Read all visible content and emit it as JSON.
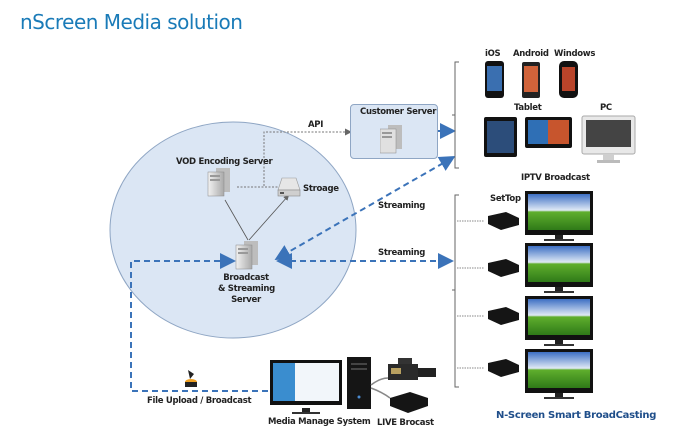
{
  "title": "nScreen Media solution",
  "core": {
    "vod_encoding_server": "VOD Encoding Server",
    "storage": "Stroage",
    "broadcast_server_line1": "Broadcast",
    "broadcast_server_line2": "& Streaming",
    "broadcast_server_line3": "Server"
  },
  "customer_server": "Customer Server",
  "links": {
    "api": "API",
    "streaming_upper": "Streaming",
    "streaming_lower": "Streaming",
    "file_upload": "File Upload /  Broadcast"
  },
  "devices": {
    "ios": "iOS",
    "android": "Android",
    "windows": "Windows",
    "tablet": "Tablet",
    "pc": "PC",
    "iptv_broadcast": "IPTV  Broadcast",
    "settop": "SetTop"
  },
  "sources": {
    "media_manage_system": "Media Manage System",
    "live_broadcast": "LIVE Brocast"
  },
  "caption": "N-Screen Smart BroadCasting",
  "colors": {
    "title": "#1a7bb8",
    "circle_fill": "#dbe6f4",
    "circle_stroke": "#8fa6c4",
    "dashed_link": "#3b73b9",
    "caption": "#1f4e8a"
  }
}
